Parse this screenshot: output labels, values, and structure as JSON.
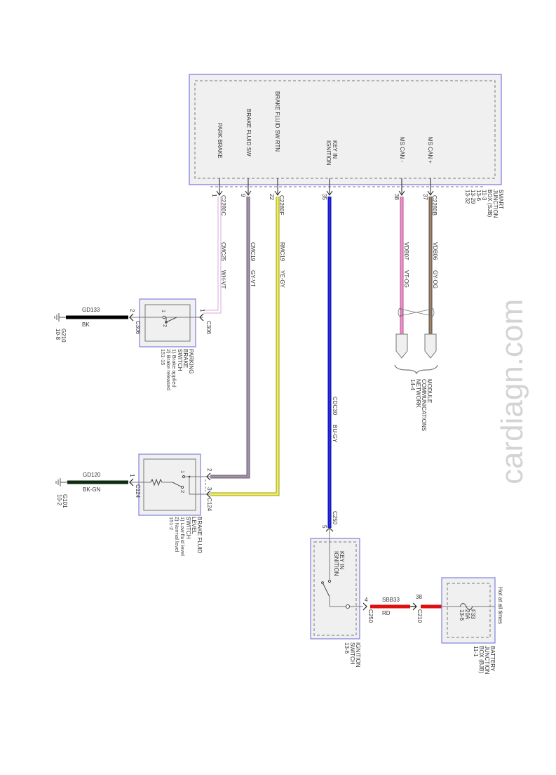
{
  "watermark": "cardiagn.com",
  "sjb": {
    "name_lines": [
      "SMART",
      "JUNCTION",
      "BOX (SJB)"
    ],
    "refs": [
      "11-3",
      "13-6",
      "13-29",
      "13-32"
    ],
    "pins": [
      {
        "label": "PARK BRAKE",
        "pin": "1",
        "connector": "C2280C"
      },
      {
        "label": "BRAKE FLUID SW",
        "pin": "9",
        "connector": ""
      },
      {
        "label": "BRAKE FLUID SW RTN",
        "pin": "22",
        "connector": "C2280F"
      },
      {
        "label_lines": [
          "KEY IN",
          "IGNITION"
        ],
        "pin": "35",
        "connector": ""
      },
      {
        "label": "MS CAN -",
        "pin": "38",
        "connector": ""
      },
      {
        "label": "MS CAN +",
        "pin": "37",
        "connector": "C2280B"
      }
    ]
  },
  "wires": [
    {
      "circuit": "CMC25",
      "color_code": "WH-VT",
      "color": "#e6c8e6"
    },
    {
      "circuit": "CMC19",
      "color_code": "GY-VT",
      "color": "#9a8aa0"
    },
    {
      "circuit": "RMC19",
      "color_code": "YE-GY",
      "color": "#e8e84a"
    },
    {
      "circuit": "CDC30",
      "color_code": "BU-GY",
      "color": "#1a1acc"
    },
    {
      "circuit": "VDB07",
      "color_code": "VT-OG",
      "color": "#e07ab8"
    },
    {
      "circuit": "VDB06",
      "color_code": "GY-OG",
      "color": "#8c7560"
    },
    {
      "circuit": "GD133",
      "color_code": "BK",
      "color": "#000000"
    },
    {
      "circuit": "GD120",
      "color_code": "BK-GN",
      "color": "#0f2a10"
    },
    {
      "circuit": "SBB33",
      "color_code": "RD",
      "color": "#e01010"
    }
  ],
  "parking_brake_switch": {
    "name_lines": [
      "PARKING",
      "BRAKE",
      "SWITCH"
    ],
    "states": [
      "1) Brake applied",
      "2) Brake released"
    ],
    "ref": "151-15",
    "connector": "C306",
    "pin_in": "1",
    "pin_out": "2",
    "contact_1": "1",
    "contact_2": "2"
  },
  "brake_fluid_switch": {
    "name_lines": [
      "BRAKE FLUID",
      "LEVEL",
      "SWITCH"
    ],
    "states": [
      "1) Low fluid level",
      "2) Normal level"
    ],
    "ref": "151-2",
    "connector": "C124",
    "pin_a": "2",
    "pin_b": "3",
    "pin_gnd": "1",
    "contact_1": "1",
    "contact_2": "2"
  },
  "grounds": [
    {
      "name": "G210",
      "ref": "10-8"
    },
    {
      "name": "G101",
      "ref": "10-2"
    }
  ],
  "network": {
    "name_lines": [
      "MODULE",
      "COMMUNICATIONS",
      "NETWORK"
    ],
    "ref": "14-4"
  },
  "ignition_switch": {
    "inner_lines": [
      "KEY IN",
      "IGNITION"
    ],
    "name_lines": [
      "IGNITION",
      "SWITCH"
    ],
    "ref": "13-6",
    "connector_in": "C250",
    "pin_in": "5",
    "connector_out": "C250",
    "pin_out": "4"
  },
  "bjb": {
    "name_lines": [
      "BATTERY",
      "JUNCTION",
      "BOX (BJB)"
    ],
    "ref": "11-1",
    "note": "Hot at all times",
    "fuse": "F33",
    "fuse_rating": "20A",
    "fuse_ref": "13-6",
    "connector": "C210",
    "pin": "38"
  }
}
